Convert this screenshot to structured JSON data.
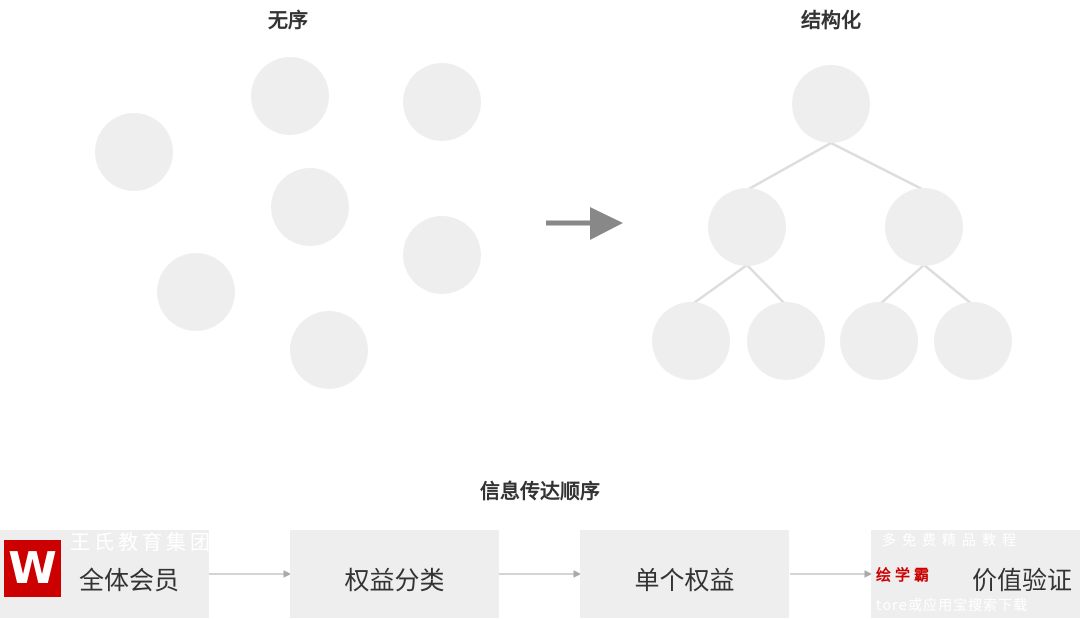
{
  "titles": {
    "unordered": "无序",
    "structured": "结构化",
    "sequence": "信息传达顺序"
  },
  "flow": [
    "全体会员",
    "权益分类",
    "单个权益",
    "价值验证"
  ],
  "watermark": {
    "logo": "W",
    "line1": "王氏教育集团",
    "line2": "多免费精品教程",
    "brand": "绘学霸",
    "line3": "tore或应用宝搜索下载"
  },
  "colors": {
    "circle": "#eeeeee",
    "line": "#dddddd",
    "arrow": "#888888"
  }
}
